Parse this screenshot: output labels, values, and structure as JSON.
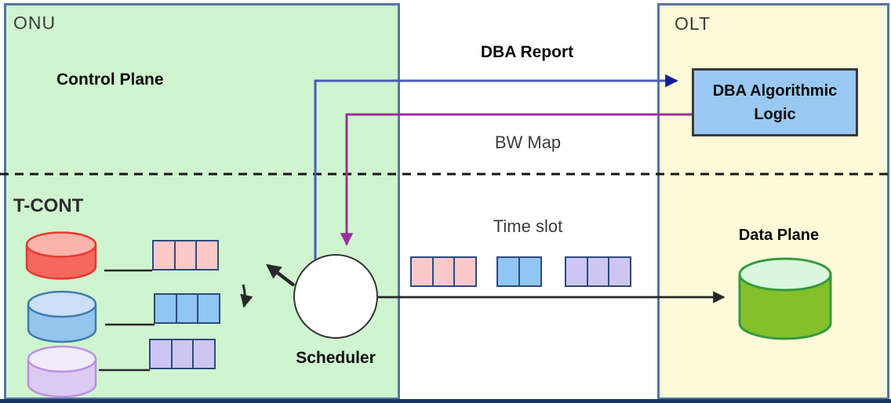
{
  "labels": {
    "onu_title": "ONU",
    "control_plane": "Control Plane",
    "tcont": "T-CONT",
    "scheduler": "Scheduler",
    "olt_title": "OLT",
    "dba_line1": "DBA Algorithmic",
    "dba_line2": "Logic",
    "data_plane": "Data Plane",
    "dba_report": "DBA Report",
    "bw_map": "BW Map",
    "time_slot": "Time slot"
  },
  "queues": [
    {
      "name": "tcont-red-queue",
      "cells": 3,
      "color_key": "pink_cell"
    },
    {
      "name": "tcont-blue-queue",
      "cells": 3,
      "color_key": "blue_cell"
    },
    {
      "name": "tcont-purple-queue",
      "cells": 3,
      "color_key": "lavender_cell"
    }
  ],
  "time_slots": [
    {
      "name": "timeslot-group-pink",
      "cells": 3,
      "color_key": "pink_cell"
    },
    {
      "name": "timeslot-group-blue",
      "cells": 2,
      "color_key": "blue_cell"
    },
    {
      "name": "timeslot-group-lavender",
      "cells": 3,
      "color_key": "lavender_cell"
    }
  ],
  "colors": {
    "panel_border": "#53779F",
    "onu_fill": "#CFF4CF",
    "olt_fill": "#FCFAD8",
    "dba_box_fill": "#99C9F2",
    "dba_box_border": "#3A3A3A",
    "blue_line": "#4A5BB8",
    "blue_arrow": "#141F8F",
    "purple_line": "#9C2F9C",
    "black_line": "#282828",
    "dashed_line": "#161616",
    "cell_border": "#2E4A7D",
    "pink_cell": "#FAC9C9",
    "blue_cell": "#8FC6F2",
    "lavender_cell": "#CEC6F2",
    "red_cyl_top": "#FCB3AB",
    "red_cyl_side": "#F6685E",
    "red_cyl_border": "#E6392E",
    "blue_cyl_top": "#CBE0F6",
    "blue_cyl_side": "#94C5ED",
    "blue_cyl_border": "#3E7CAE",
    "purple_cyl_top": "#F0EBFB",
    "purple_cyl_side": "#DBCBF3",
    "purple_cyl_border": "#BE8FE3",
    "green_cyl_top": "#D9F8DF",
    "green_cyl_side": "#83C02B",
    "green_cyl_border": "#35993F",
    "bottom_strip": "#1A3560",
    "title_gray": "#3C3C3C",
    "text_black": "#0A0A0A"
  }
}
